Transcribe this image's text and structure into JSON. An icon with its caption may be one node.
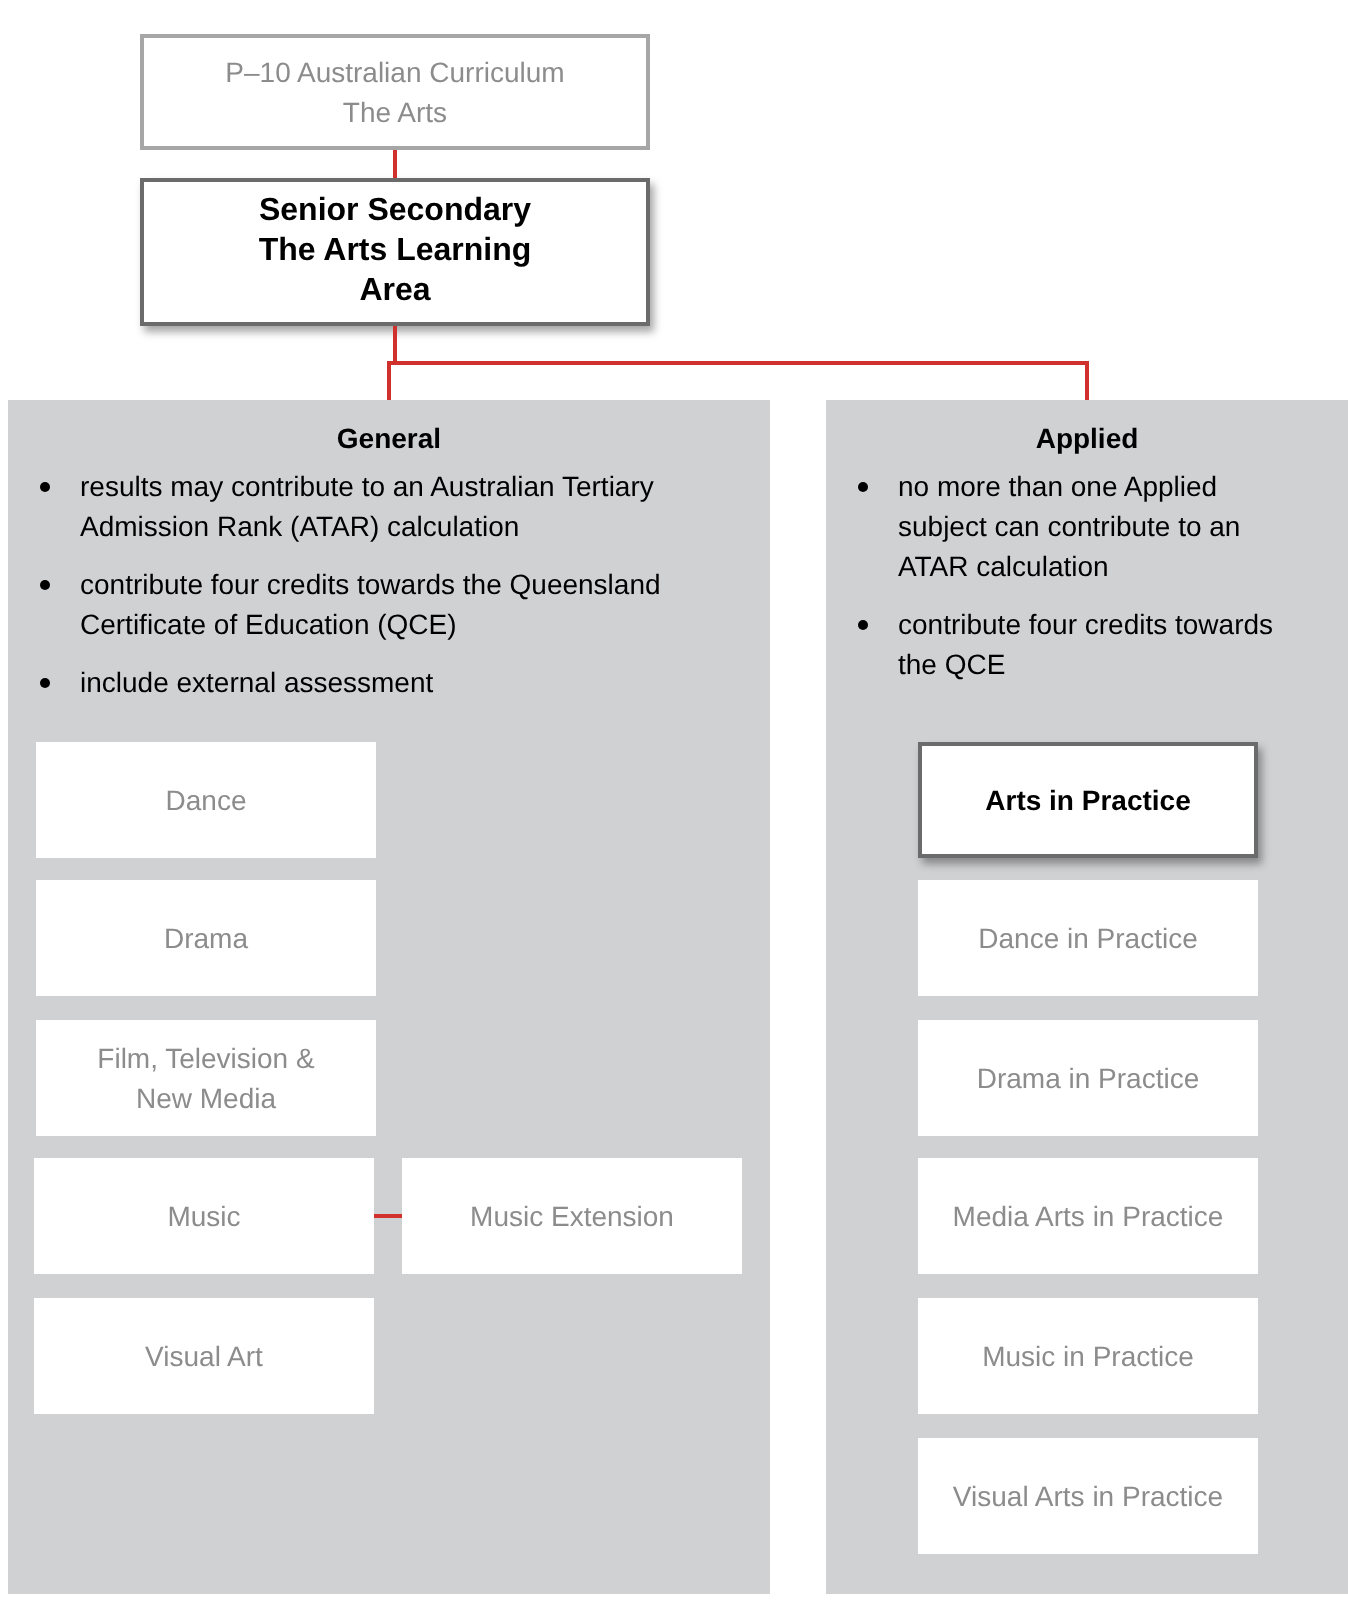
{
  "diagram": {
    "nodes": [
      {
        "text": [
          "P–10 Australian Curriculum The Arts"
        ]
      },
      {
        "text": [
          "Senior Secondary The Arts Learning Area"
        ]
      },
      {
        "text": [
          "General",
          "results may contribute to an Australian Tertiary Admission Rank (ATAR) calculation",
          "contribute four credits towards the Queensland Certificate of Education (QCE)",
          "include external assessment"
        ]
      },
      {
        "text": [
          "Dance"
        ],
        "in": 2
      },
      {
        "text": [
          "Drama"
        ],
        "in": 2
      },
      {
        "text": [
          "Film, Television & New Media"
        ],
        "in": 2
      },
      {
        "text": [
          "Music"
        ],
        "in": 2
      },
      {
        "text": [
          "Music Extension"
        ],
        "in": 2
      },
      {
        "text": [
          "Visual Art"
        ],
        "in": 2
      },
      {
        "text": [
          "Applied",
          "no more than one Applied subject can contribute to an ATAR calculation",
          "contribute four credits towards the QCE"
        ]
      },
      {
        "text": [
          "Arts in Practice"
        ],
        "in": 9
      },
      {
        "text": [
          "Dance in Practice"
        ],
        "in": 9
      },
      {
        "text": [
          "Drama in Practice"
        ],
        "in": 9
      },
      {
        "text": [
          "Media Arts in Practice"
        ],
        "in": 9
      },
      {
        "text": [
          "Music in Practice"
        ],
        "in": 9
      },
      {
        "text": [
          "Visual Arts in Practice"
        ],
        "in": 9
      }
    ],
    "edges": [
      {
        "from": 0,
        "to": 1,
        "arrow": "none"
      },
      {
        "from": 1,
        "to": 2,
        "arrow": "none"
      },
      {
        "from": 1,
        "to": 9,
        "arrow": "none"
      },
      {
        "from": 6,
        "to": 7,
        "arrow": "none"
      }
    ]
  }
}
